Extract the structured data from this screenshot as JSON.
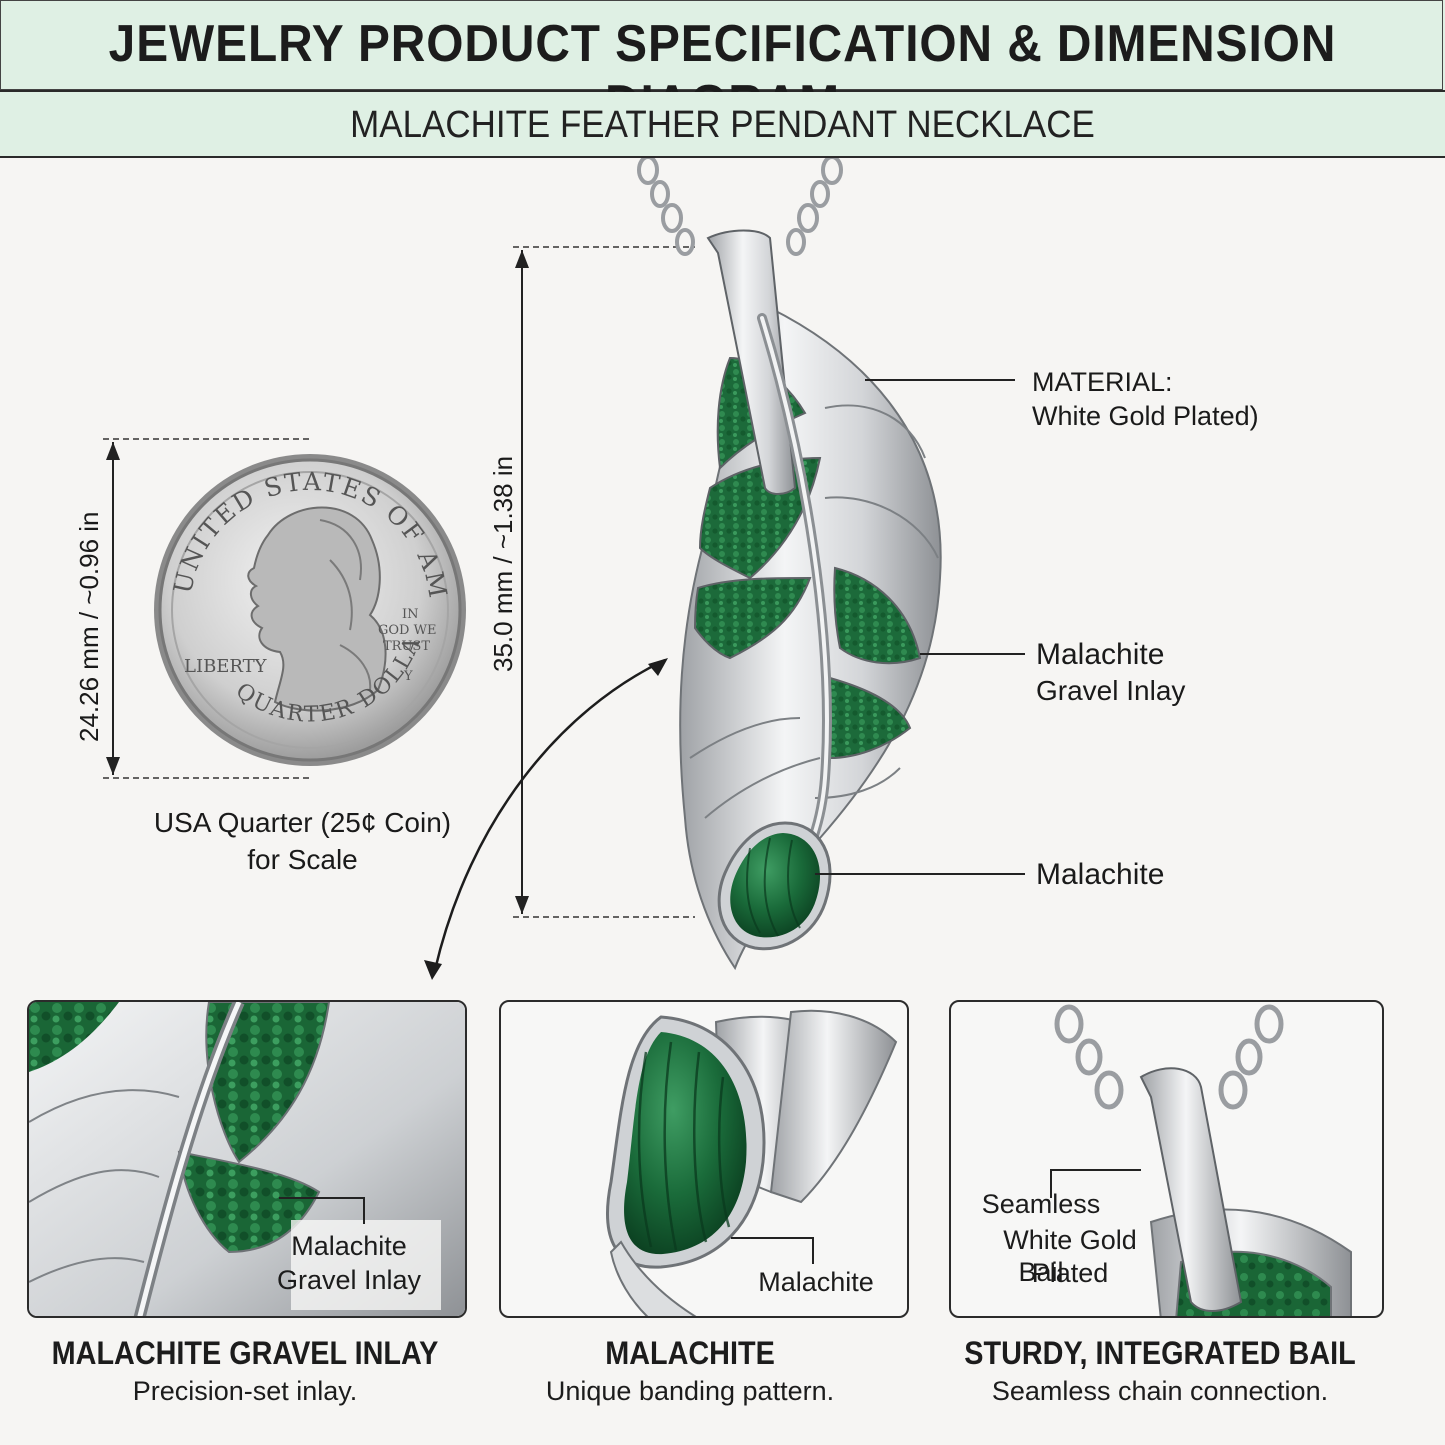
{
  "header": {
    "title": "JEWELRY PRODUCT SPECIFICATION & DIMENSION DIAGRAM",
    "subtitle": "MALACHITE FEATHER PENDANT NECKLACE"
  },
  "coin": {
    "top_text": "UNITED STATES OF AMERICA",
    "bottom_text": "QUARTER DOLLAR",
    "liberty": "LIBERTY",
    "motto_1": "IN",
    "motto_2": "GOD WE",
    "motto_3": "TRUST",
    "mint": "Y",
    "dimension": "24.26 mm / ~0.96 in",
    "caption_1": "USA Quarter (25¢ Coin)",
    "caption_2": "for Scale"
  },
  "pendant": {
    "dimension": "35.0 mm / ~1.38 in",
    "callouts": [
      {
        "line1": "MATERIAL:",
        "line2": "White Gold Plated)"
      },
      {
        "line1": "Malachite",
        "line2": "Gravel Inlay"
      },
      {
        "line1": "Malachite",
        "line2": ""
      }
    ]
  },
  "details": [
    {
      "label_1": "Malachite",
      "label_2": "Gravel Inlay",
      "title": "MALACHITE GRAVEL INLAY",
      "subtitle": "Precision-set inlay."
    },
    {
      "label_1": "Malachite",
      "label_2": "",
      "title": "MALACHITE",
      "subtitle": "Unique banding pattern."
    },
    {
      "label_1": "Seamless",
      "label_2": "White Gold Plated",
      "label_3": "Bail",
      "title": "STURDY, INTEGRATED BAIL",
      "subtitle": "Seamless chain connection."
    }
  ],
  "colors": {
    "band": "#dff0e4",
    "malachite": "#1f6b3b",
    "malachite_dark": "#0f4a26",
    "silver": "#d9dbdd"
  }
}
